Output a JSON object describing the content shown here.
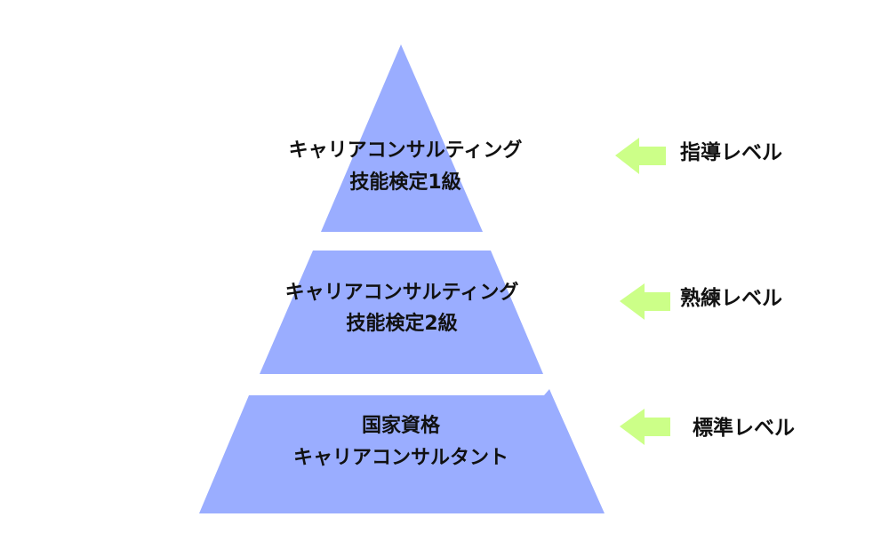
{
  "diagram": {
    "type": "pyramid",
    "colors": {
      "tier_fill": "#9AADFF",
      "arrow_fill": "#CCFF88",
      "text": "#111111",
      "background": "#FFFFFF"
    },
    "tiers": [
      {
        "id": "top",
        "lines": [
          "キャリアコンサルティング",
          "技能検定1級"
        ],
        "level_label": "指導レベル"
      },
      {
        "id": "middle",
        "lines": [
          "キャリアコンサルティング",
          "技能検定2級"
        ],
        "level_label": "熟練レベル"
      },
      {
        "id": "bottom",
        "lines": [
          "国家資格",
          "キャリアコンサルタント"
        ],
        "level_label": "標準レベル"
      }
    ]
  }
}
